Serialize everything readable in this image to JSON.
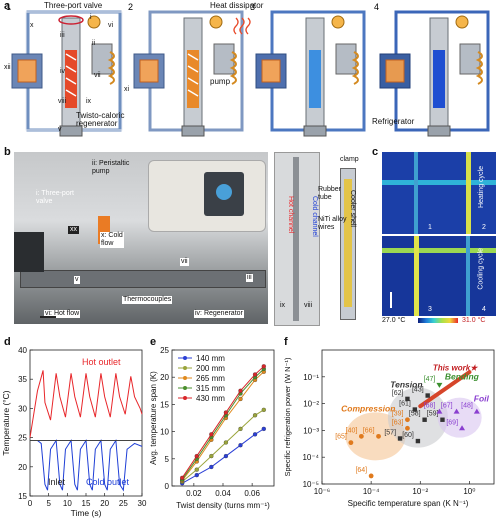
{
  "panel_a": {
    "label": "a",
    "step_numbers": [
      "1",
      "2",
      "3",
      "4"
    ],
    "labels": {
      "three_port_valve": "Three-port valve",
      "heat_dissipator": "Heat dissipator",
      "pump": "pump",
      "twisto_caloric_regenerator": "Twisto-caloric\nregenerator",
      "refrigerator": "Refrigerator"
    },
    "roman": [
      "i",
      "ii",
      "iii",
      "iv",
      "v",
      "vi",
      "vii",
      "viii",
      "ix",
      "x",
      "xi",
      "xii"
    ]
  },
  "panel_b": {
    "label": "b",
    "labels": {
      "peristaltic_pump": "ii: Peristaltic\npump",
      "three_port_valve": "i: Three-port\nvalve",
      "cold_flow": "x: Cold\nflow",
      "xx": "xx",
      "vii": "vii",
      "iii": "iii",
      "v": "v",
      "thermocouples": "Thermocouples",
      "hot_flow": "vi: Hot flow",
      "regenerator": "iv: Regenerator",
      "hot_channel": "Hot channel",
      "cold_channel": "Cold channel",
      "ix": "ix",
      "viii": "viii",
      "clamp": "clamp",
      "rubber_tube": "Rubber\ntube",
      "niti_wires": "NiTi alloy\nwires",
      "cooler_shell": "Cooler shell"
    }
  },
  "panel_c": {
    "label": "c",
    "heating_cycle": "Heating cycle",
    "cooling_cycle": "Cooling cycle",
    "cells": [
      "1",
      "2",
      "3",
      "4"
    ],
    "scale_min": "27.0 °C",
    "scale_max": "31.0 °C"
  },
  "panel_d": {
    "label": "d",
    "hot_outlet": "Hot outlet",
    "cold_outlet": "Cold outlet",
    "inlet": "Inlet",
    "colors": {
      "hot": "#e8262a",
      "cold": "#1f3fd6",
      "inlet": "#444444"
    }
  },
  "panel_e": {
    "label": "e",
    "legend_entries": [
      "140 mm",
      "200 mm",
      "265 mm",
      "315 mm",
      "430 mm"
    ],
    "colors": [
      "#2b3fd6",
      "#9aa43a",
      "#e08a1d",
      "#4a8f2e",
      "#d9262a"
    ]
  },
  "panel_f": {
    "label": "f",
    "this_work": "This work★",
    "bending": "Bending",
    "tension": "Tension",
    "compression": "Compression",
    "foil": "Foil",
    "refs": [
      "[47]",
      "[62]",
      "[43]",
      "[68]",
      "[67]",
      "[48]",
      "[61]",
      "[39]",
      "[63]",
      "[58]",
      "[59]",
      "[69]",
      "[40]",
      "[66]",
      "[65]",
      "[57]",
      "[60]",
      "[64]"
    ]
  },
  "chart_data": [
    {
      "type": "line",
      "xlabel": "Time (s)",
      "ylabel": "Temperature (°C)",
      "xlim": [
        0,
        30
      ],
      "ylim": [
        15,
        40
      ],
      "xticks": [
        "0",
        "5",
        "10",
        "15",
        "20",
        "25",
        "30"
      ],
      "yticks": [
        "15",
        "20",
        "25",
        "30",
        "35",
        "40"
      ],
      "series": [
        {
          "name": "Hot outlet",
          "x": [
            0,
            2,
            3.5,
            4,
            5.5,
            7,
            8,
            9.5,
            11,
            12,
            13.5,
            15,
            16,
            17.5,
            19,
            20,
            21.5,
            23,
            24,
            25.5,
            27,
            28,
            29.5,
            30
          ],
          "values": [
            25,
            33,
            36.5,
            31,
            28,
            36,
            32,
            28.5,
            36,
            32,
            28.5,
            36,
            32,
            28.5,
            36,
            32,
            28.5,
            36,
            32,
            29,
            35.5,
            32,
            30,
            29
          ]
        },
        {
          "name": "Cold outlet",
          "x": [
            0,
            2,
            3,
            4,
            4.7,
            5.5,
            7,
            8,
            8.7,
            9.5,
            11,
            12,
            12.7,
            13.5,
            15,
            16,
            16.7,
            17.5,
            19,
            20,
            20.7,
            21.5,
            23,
            24,
            25,
            26,
            28,
            30
          ],
          "values": [
            24.5,
            24.5,
            24,
            17,
            16,
            23,
            24.5,
            17,
            16,
            23,
            24.5,
            17,
            16,
            23,
            24.5,
            17,
            16,
            23,
            24.5,
            17,
            16,
            23,
            24.5,
            17,
            16,
            23,
            24,
            23.5
          ]
        },
        {
          "name": "Inlet",
          "x": [
            0,
            30
          ],
          "values": [
            24.5,
            24.5
          ]
        }
      ]
    },
    {
      "type": "line",
      "xlabel": "Twist density (turns mm⁻¹)",
      "ylabel": "Avg. temperature span (K)",
      "xlim": [
        0.005,
        0.075
      ],
      "ylim": [
        0,
        25
      ],
      "xticks": [
        "0.02",
        "0.04",
        "0.06"
      ],
      "yticks": [
        "0",
        "5",
        "10",
        "15",
        "20",
        "25"
      ],
      "x": [
        0.012,
        0.022,
        0.032,
        0.042,
        0.052,
        0.062,
        0.068
      ],
      "series": [
        {
          "name": "140 mm",
          "values": [
            0.5,
            2,
            3.5,
            5.5,
            7.5,
            9.5,
            10.5
          ]
        },
        {
          "name": "200 mm",
          "values": [
            0.8,
            3,
            5.5,
            8,
            10.5,
            13,
            14
          ]
        },
        {
          "name": "265 mm",
          "values": [
            1,
            4.5,
            8.5,
            12.5,
            16,
            19.5,
            21
          ]
        },
        {
          "name": "315 mm",
          "values": [
            1.2,
            5,
            9,
            13,
            17,
            20,
            21.5
          ]
        },
        {
          "name": "430 mm",
          "values": [
            1.5,
            5.5,
            9.5,
            13.5,
            17.5,
            20.5,
            22
          ]
        }
      ]
    },
    {
      "type": "scatter",
      "xlabel": "Specific temperature span (K N⁻¹)",
      "ylabel": "Specific refrigeration power (W N⁻¹)",
      "xscale": "log",
      "yscale": "log",
      "xlim": [
        1e-06,
        10
      ],
      "ylim": [
        1e-05,
        1
      ],
      "xticks": [
        "10⁻⁶",
        "10⁻⁴",
        "10⁻²",
        "10⁰"
      ],
      "yticks": [
        "10⁻⁵",
        "10⁻⁴",
        "10⁻³",
        "10⁻²",
        "10⁻¹"
      ],
      "points": [
        {
          "label": "This work★",
          "x": 2.0,
          "y": 0.2,
          "group": "this"
        },
        {
          "label": "[47]",
          "x": 0.06,
          "y": 0.05,
          "group": "bending"
        },
        {
          "label": "[62]",
          "x": 0.003,
          "y": 0.015,
          "group": "tension"
        },
        {
          "label": "[43]",
          "x": 0.02,
          "y": 0.02,
          "group": "tension"
        },
        {
          "label": "[61]",
          "x": 0.006,
          "y": 0.006,
          "group": "tension"
        },
        {
          "label": "[58]",
          "x": 0.015,
          "y": 0.0025,
          "group": "tension"
        },
        {
          "label": "[59]",
          "x": 0.08,
          "y": 0.0025,
          "group": "tension"
        },
        {
          "label": "[57]",
          "x": 0.0015,
          "y": 0.0005,
          "group": "tension"
        },
        {
          "label": "[60]",
          "x": 0.008,
          "y": 0.0004,
          "group": "tension"
        },
        {
          "label": "[68]",
          "x": 0.06,
          "y": 0.005,
          "group": "foil"
        },
        {
          "label": "[67]",
          "x": 0.3,
          "y": 0.005,
          "group": "foil"
        },
        {
          "label": "[48]",
          "x": 2.0,
          "y": 0.005,
          "group": "foil"
        },
        {
          "label": "[69]",
          "x": 0.5,
          "y": 0.0012,
          "group": "foil"
        },
        {
          "label": "[39]",
          "x": 0.003,
          "y": 0.0025,
          "group": "compression"
        },
        {
          "label": "[63]",
          "x": 0.003,
          "y": 0.0012,
          "group": "compression"
        },
        {
          "label": "[40]",
          "x": 4e-05,
          "y": 0.0006,
          "group": "compression"
        },
        {
          "label": "[66]",
          "x": 0.0002,
          "y": 0.0006,
          "group": "compression"
        },
        {
          "label": "[65]",
          "x": 1.5e-05,
          "y": 0.00035,
          "group": "compression"
        },
        {
          "label": "[64]",
          "x": 0.0001,
          "y": 2e-05,
          "group": "compression"
        }
      ]
    }
  ]
}
